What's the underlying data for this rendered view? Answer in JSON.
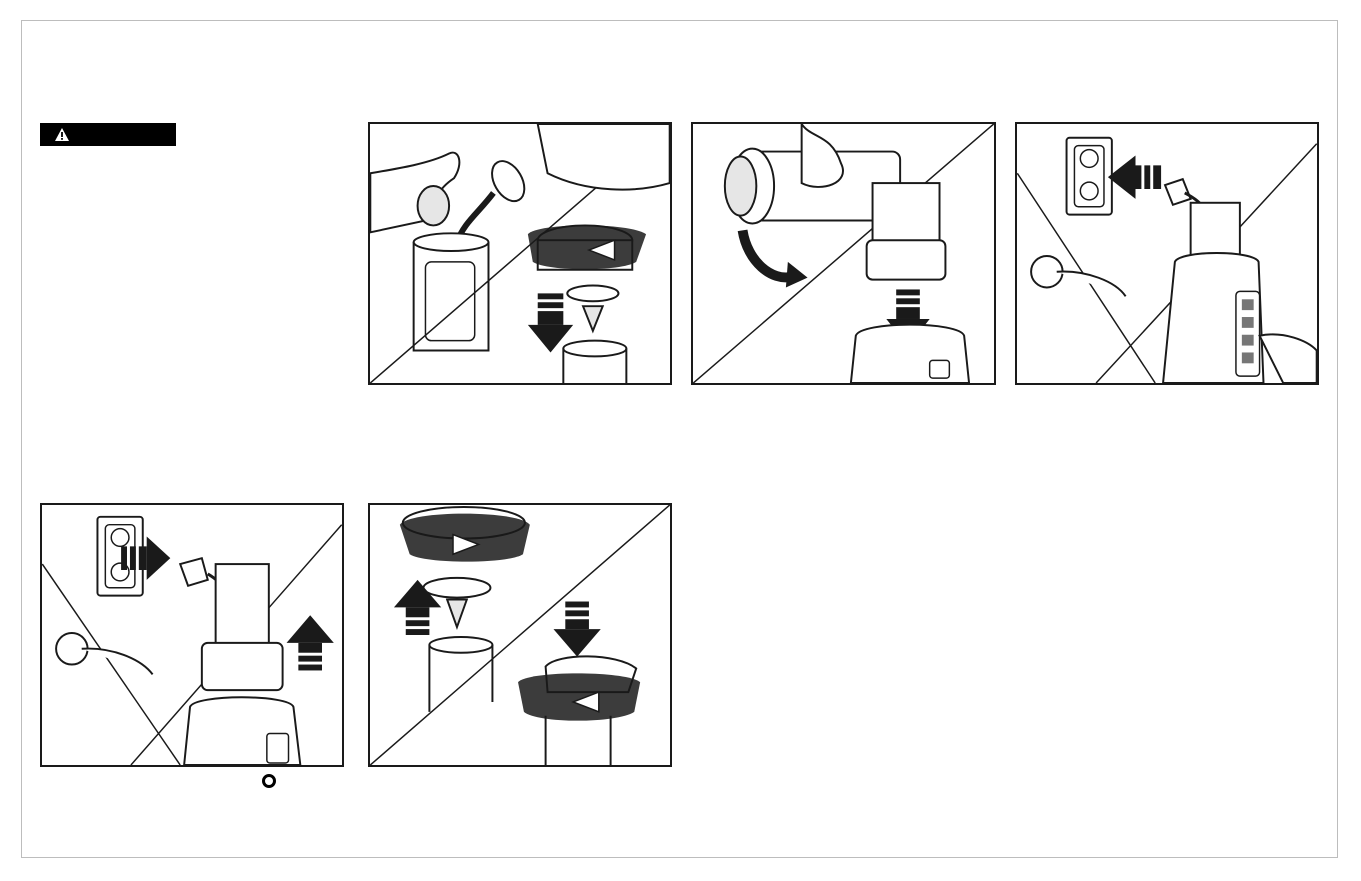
{
  "warning": {
    "label": "",
    "icon": "warning-triangle-icon"
  },
  "panels": [
    {
      "id": "step-1",
      "name": "fill-and-attach-blade"
    },
    {
      "id": "step-2",
      "name": "invert-onto-base"
    },
    {
      "id": "step-3",
      "name": "plug-in-and-blend"
    },
    {
      "id": "step-4",
      "name": "unplug-and-remove"
    },
    {
      "id": "step-5",
      "name": "remove-blade-add-lid"
    }
  ],
  "off_symbol": {
    "icon": "off-circle-icon",
    "text": ""
  },
  "colors": {
    "ink": "#1a1a1a",
    "frame": "#bdbdbd",
    "fill": "#f2f2f2"
  }
}
